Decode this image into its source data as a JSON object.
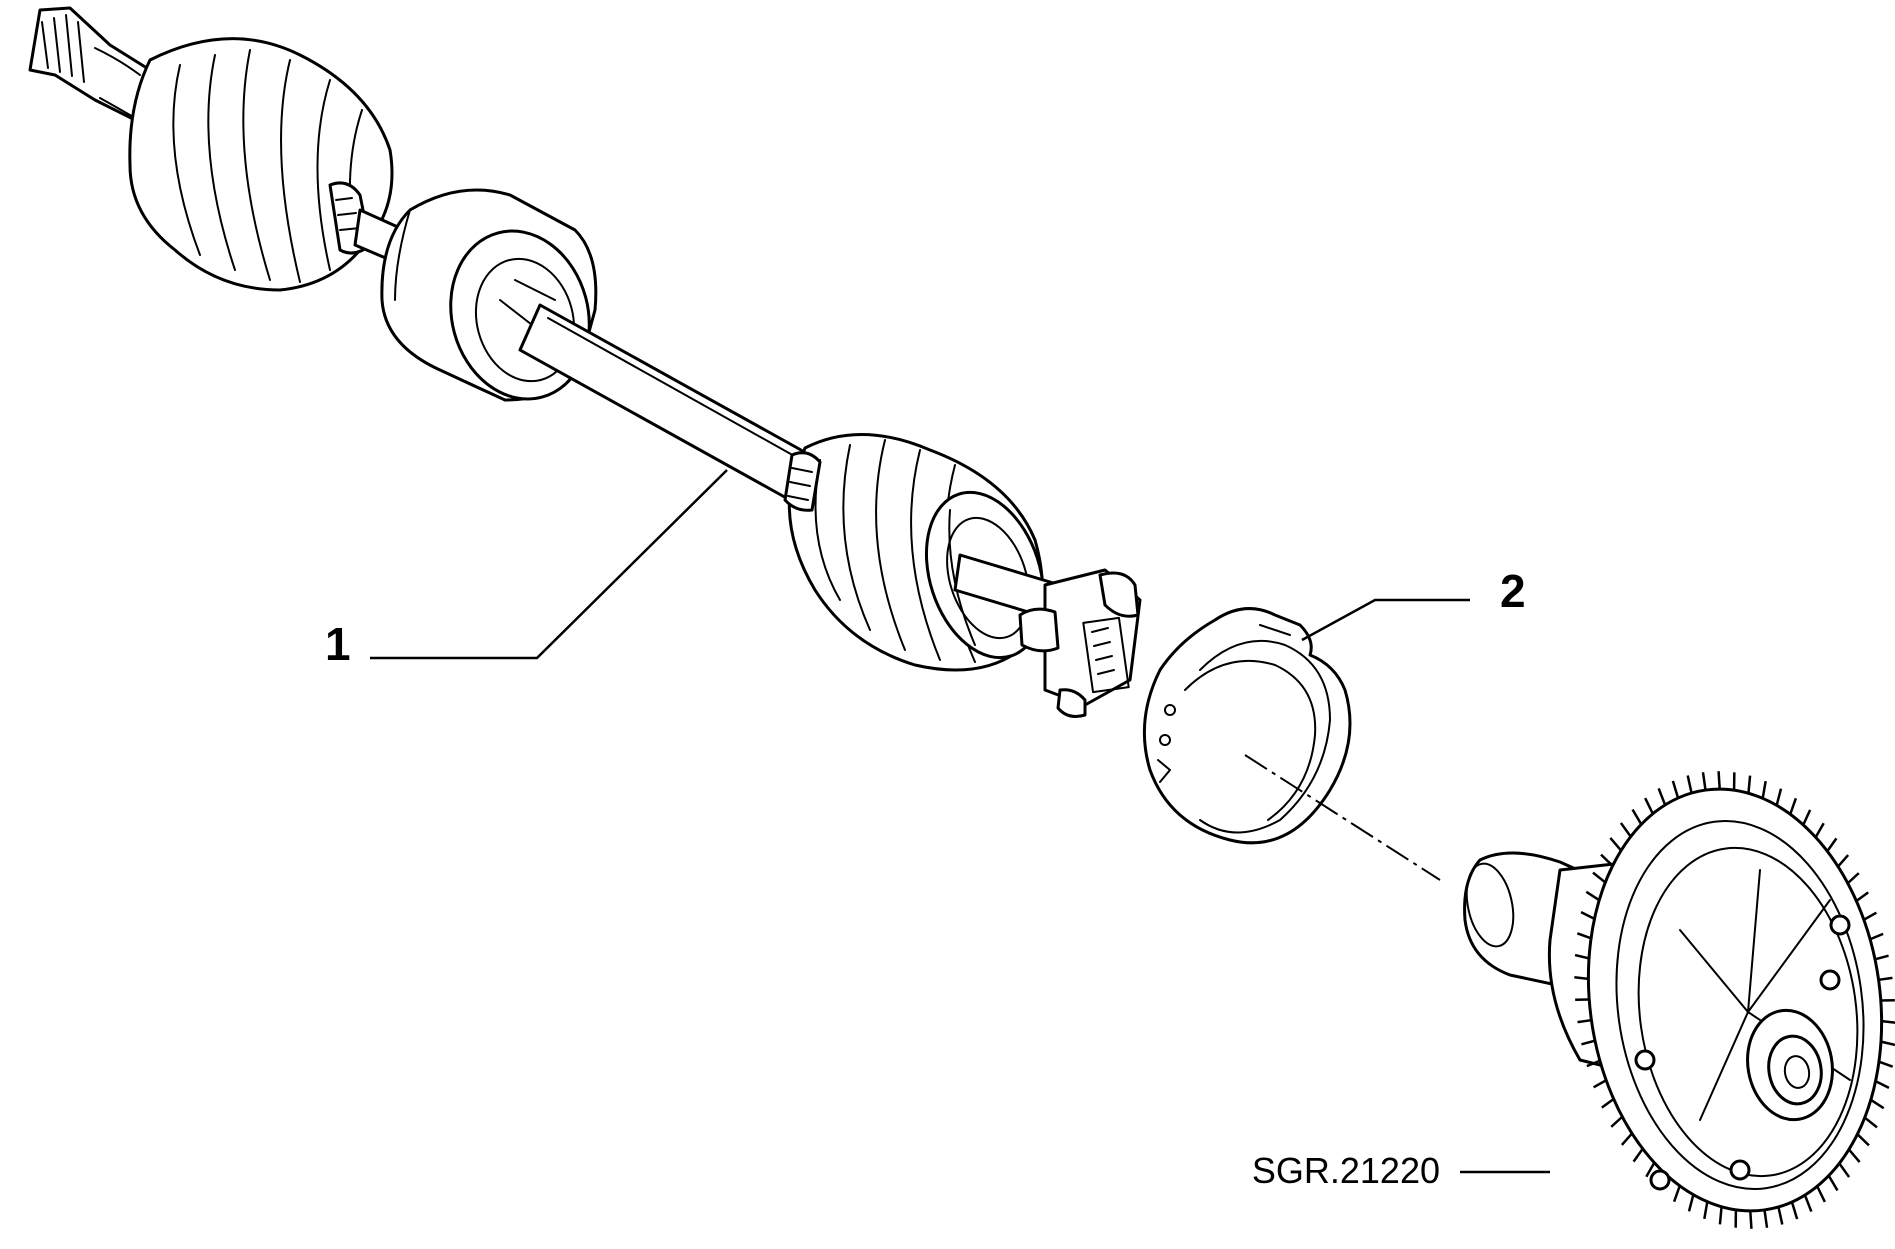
{
  "callouts": [
    {
      "id": "1",
      "label": "1"
    },
    {
      "id": "2",
      "label": "2"
    }
  ],
  "drawing_code": "SGR.21220",
  "colors": {
    "ink": "#000000",
    "paper": "#ffffff"
  }
}
